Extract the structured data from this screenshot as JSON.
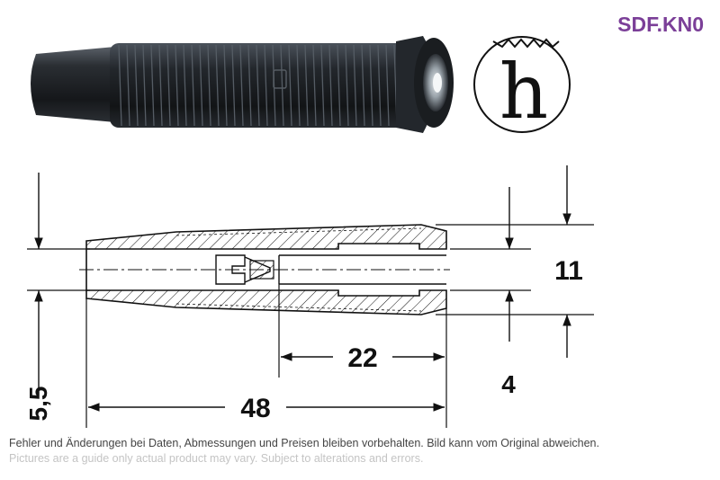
{
  "product_code": "SDF.KN0",
  "logo_glyph": "h",
  "dimensions": {
    "overall_length": "48",
    "socket_depth": "22",
    "outer_diameter": "11",
    "bore_diameter": "4",
    "rear_diameter": "5,5"
  },
  "footer": {
    "disclaimer_de": "Fehler und Änderungen bei Daten, Abmessungen und Preisen bleiben vorbehalten. Bild kann vom Original abweichen.",
    "disclaimer_en": "Pictures are a guide only actual product may vary. Subject to alterations and errors."
  },
  "colors": {
    "product_code": "#7b3f98",
    "photo_body": "#1f2226",
    "drawing_line": "#111111",
    "disclaimer_en": "#c4c4c4"
  },
  "icons": [
    "manufacturer-logo-icon",
    "dimension-arrow-icon"
  ]
}
